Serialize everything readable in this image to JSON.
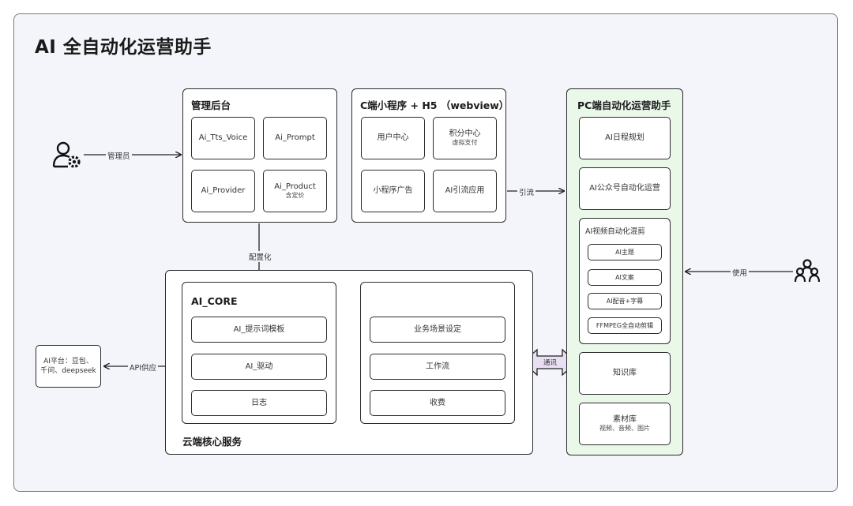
{
  "title": "AI 全自动化运营助手",
  "admin_icon": "admin-user-gear-icon",
  "users_icon": "users-group-icon",
  "labels": {
    "admin": "管理员",
    "config": "配置化",
    "api_supply": "API供应",
    "traffic": "引流",
    "use": "使用",
    "comm1": "通讯",
    "comm2": "通讯"
  },
  "ai_platform": {
    "line1": "AI平台：豆包、",
    "line2": "千问、deepseek"
  },
  "admin_panel": {
    "title": "管理后台",
    "items": [
      {
        "label": "Ai_Tts_Voice"
      },
      {
        "label": "Ai_Prompt"
      },
      {
        "label": "Ai_Provider"
      },
      {
        "label": "Ai_Product",
        "sub": "含定价"
      }
    ]
  },
  "c_end": {
    "title": "C端小程序 + H5 （webview）",
    "items": [
      {
        "label": "用户中心"
      },
      {
        "label": "积分中心",
        "sub": "虚拟支付"
      },
      {
        "label": "小程序广告"
      },
      {
        "label": "AI引流应用"
      }
    ]
  },
  "cloud": {
    "title": "云端核心服务",
    "core": {
      "title": "AI_CORE",
      "items": [
        "AI_提示词模板",
        "AI_驱动",
        "日志"
      ]
    },
    "biz": {
      "items": [
        "业务场景设定",
        "工作流",
        "收费"
      ]
    }
  },
  "pc": {
    "title": "PC端自动化运营助手",
    "schedule": "AI日程规划",
    "wechat": "AI公众号自动化运营",
    "video": {
      "title": "AI视频自动化混剪",
      "items": [
        "AI主题",
        "AI文案",
        "AI配音+字幕",
        "FFMPEG全自动剪辑"
      ]
    },
    "knowledge": "知识库",
    "materials": {
      "title": "素材库",
      "sub": "视频、音频、图片"
    }
  },
  "colors": {
    "pc_bg": "#eaf8ea",
    "comm_arrow": "#e9dff3",
    "canvas": "#f3f5fb"
  }
}
